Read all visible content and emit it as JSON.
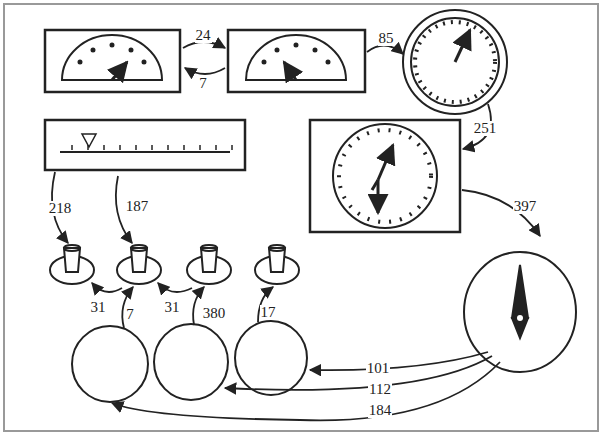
{
  "diagram": {
    "labels": [
      "24",
      "7",
      "85",
      "251",
      "218",
      "187",
      "397",
      "31",
      "7",
      "31",
      "380",
      "17",
      "101",
      "112",
      "184"
    ]
  }
}
